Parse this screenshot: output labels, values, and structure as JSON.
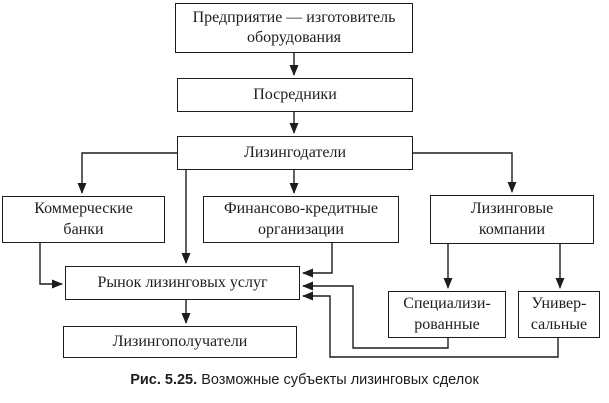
{
  "figure": {
    "caption": {
      "label": "Рис. 5.25.",
      "text": "Возможные субъекты лизинговых сделок"
    },
    "nodes": [
      {
        "id": "manufacturer",
        "label": "Предприятие — изготовитель\nоборудования"
      },
      {
        "id": "intermediaries",
        "label": "Посредники"
      },
      {
        "id": "lessors",
        "label": "Лизингодатели"
      },
      {
        "id": "commercial-banks",
        "label": "Коммерческие\nбанки"
      },
      {
        "id": "financial-credit-orgs",
        "label": "Финансово-кредитные\nорганизации"
      },
      {
        "id": "leasing-companies",
        "label": "Лизинговые\nкомпании"
      },
      {
        "id": "leasing-services-market",
        "label": "Рынок лизинговых услуг"
      },
      {
        "id": "lessees",
        "label": "Лизингополучатели"
      },
      {
        "id": "specialized",
        "label": "Специализи-\nрованные"
      },
      {
        "id": "universal",
        "label": "Универ-\nсальные"
      }
    ],
    "edges": [
      {
        "from": "manufacturer",
        "to": "intermediaries"
      },
      {
        "from": "intermediaries",
        "to": "lessors"
      },
      {
        "from": "lessors",
        "to": "commercial-banks"
      },
      {
        "from": "lessors",
        "to": "financial-credit-orgs"
      },
      {
        "from": "lessors",
        "to": "leasing-companies"
      },
      {
        "from": "lessors",
        "to": "leasing-services-market"
      },
      {
        "from": "commercial-banks",
        "to": "leasing-services-market"
      },
      {
        "from": "financial-credit-orgs",
        "to": "leasing-services-market"
      },
      {
        "from": "leasing-companies",
        "to": "specialized"
      },
      {
        "from": "leasing-companies",
        "to": "universal"
      },
      {
        "from": "leasing-services-market",
        "to": "lessees"
      },
      {
        "from": "specialized",
        "to": "leasing-services-market"
      },
      {
        "from": "universal",
        "to": "leasing-services-market"
      }
    ],
    "colors": {
      "line": "#1d1d1d",
      "background": "#ffffff"
    }
  }
}
